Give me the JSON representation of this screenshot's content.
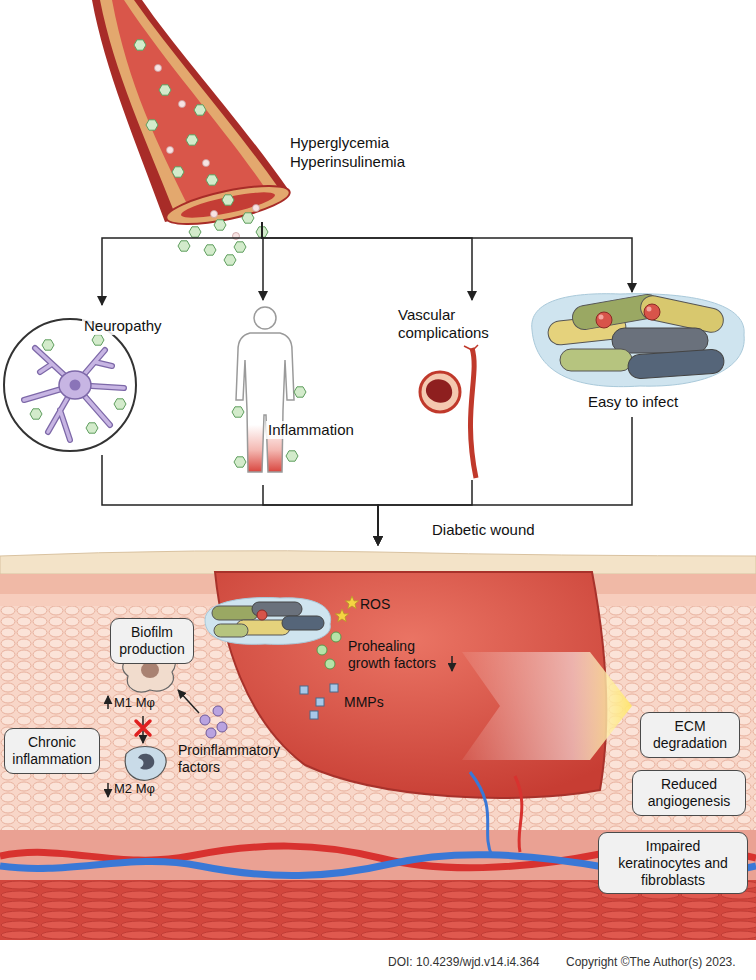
{
  "diagram": {
    "nodes": [
      {
        "text": [
          "Hyperglycemia",
          "Hyperinsulinemia"
        ]
      },
      {
        "text": [
          "Neuropathy"
        ]
      },
      {
        "text": [
          "Inflammation"
        ]
      },
      {
        "text": [
          "Vascular complications"
        ]
      },
      {
        "text": [
          "Easy to infect"
        ]
      },
      {
        "text": [
          "Diabetic wound"
        ]
      },
      {
        "text": [
          "Biofilm production"
        ],
        "in": 5
      },
      {
        "text": [
          "Chronic inflammation"
        ],
        "in": 5
      },
      {
        "text": [
          "ECM degradation"
        ],
        "in": 5
      },
      {
        "text": [
          "Reduced angiogenesis"
        ],
        "in": 5
      },
      {
        "text": [
          "Impaired keratinocytes and fibroblasts"
        ],
        "in": 5
      }
    ],
    "edges": [
      {
        "from": 0,
        "to": 1,
        "arrow": "to"
      },
      {
        "from": 0,
        "to": 2,
        "arrow": "to"
      },
      {
        "from": 0,
        "to": 3,
        "arrow": "to"
      },
      {
        "from": 0,
        "to": 4,
        "arrow": "to"
      },
      {
        "from": 1,
        "to": 5,
        "arrow": "to"
      },
      {
        "from": 2,
        "to": 5,
        "arrow": "to"
      },
      {
        "from": 3,
        "to": 5,
        "arrow": "to"
      },
      {
        "from": 4,
        "to": 5,
        "arrow": "to"
      }
    ],
    "labels": [
      "M1 Mφ",
      "M2 Mφ",
      "Proinflammatory factors",
      "ROS",
      "Prohealing growth factors",
      "MMPs",
      "DOI: 10.4239/wjd.v14.i4.364",
      "Copyright ©The Author(s) 2023."
    ]
  }
}
